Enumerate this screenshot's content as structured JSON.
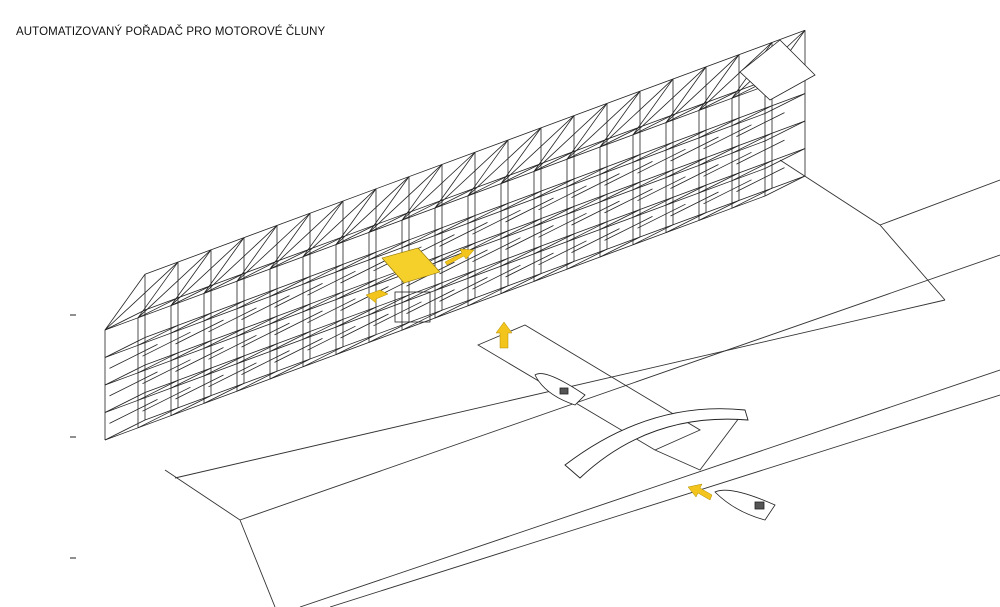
{
  "title": "AUTOMATIZOVANÝ POŘADAČ PRO MOTOROVÉ ČLUNY",
  "diagram": {
    "bays": 20,
    "levels": 4,
    "colors": {
      "line": "#222222",
      "highlight": "#f5cf2a",
      "arrow": "#f2c41c"
    }
  }
}
